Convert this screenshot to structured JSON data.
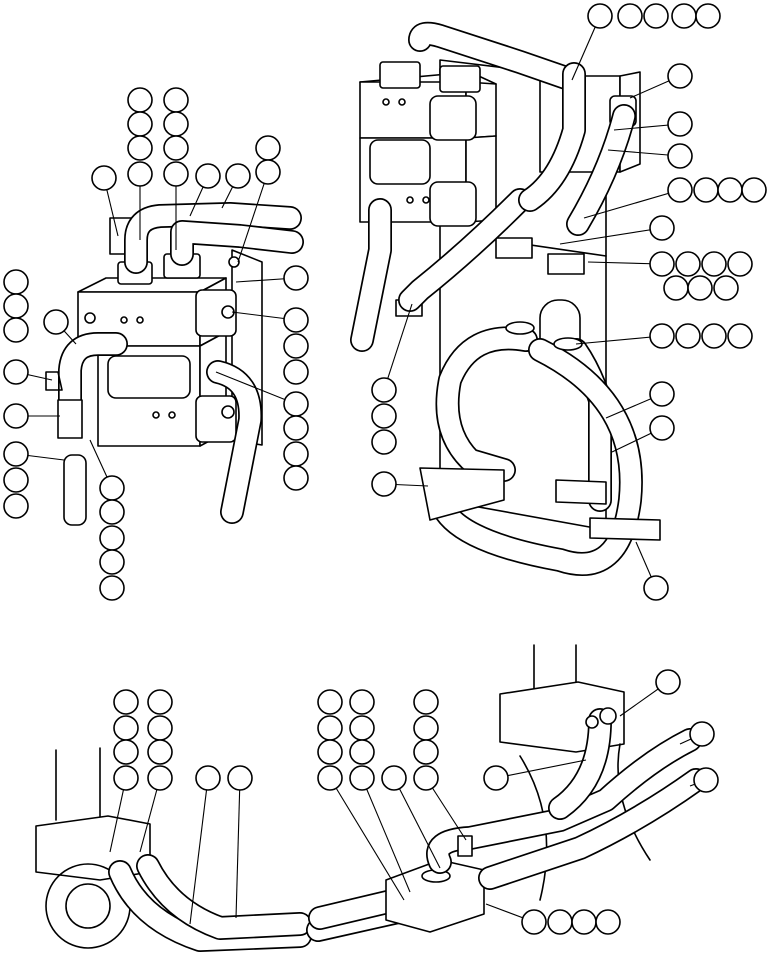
{
  "figure": {
    "kind": "hydraulic valve and hose assembly parts illustration",
    "views": [
      "upper-left-valve-view",
      "upper-right-valve-view",
      "lower-hose-route-view"
    ]
  },
  "callouts": {
    "label_text": "",
    "count": 98,
    "icon": "blank-callout-balloon"
  },
  "colors": {
    "line": "#000000",
    "background": "#ffffff"
  }
}
